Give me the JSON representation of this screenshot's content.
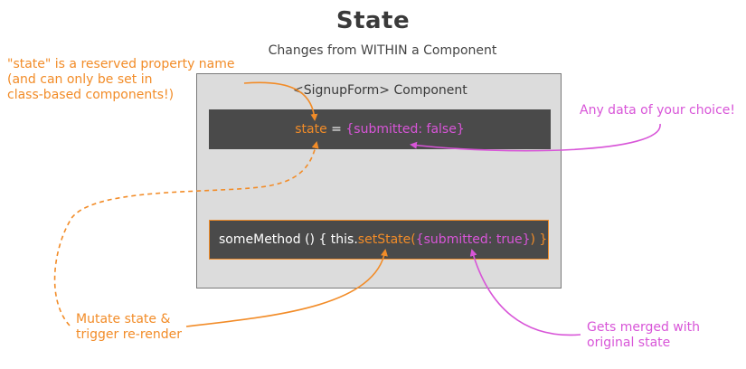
{
  "title": "State",
  "subtitle": "Changes from WITHIN a Component",
  "component_label": "<SignupForm> Component",
  "state_code": {
    "keyword": "state",
    "equals": " = ",
    "value": "{submitted: false}"
  },
  "method_code": {
    "prefix": "someMethod () { this.",
    "call": "setState",
    "paren_open": "(",
    "arg": "{submitted: true}",
    "suffix": ") }"
  },
  "annotations": {
    "reserved_line1": "\"state\" is a reserved property name",
    "reserved_line2": "(and can only be set in",
    "reserved_line3": "class-based components!)",
    "any_data": "Any data of your choice!",
    "mutate_line1": "Mutate state &",
    "mutate_line2": "trigger re-render",
    "merged_line1": "Gets merged with",
    "merged_line2": "original state"
  },
  "colors": {
    "orange": "#f28c28",
    "magenta": "#d855d8",
    "code_bg": "#4a4a4a",
    "component_bg": "#dcdcdc"
  }
}
